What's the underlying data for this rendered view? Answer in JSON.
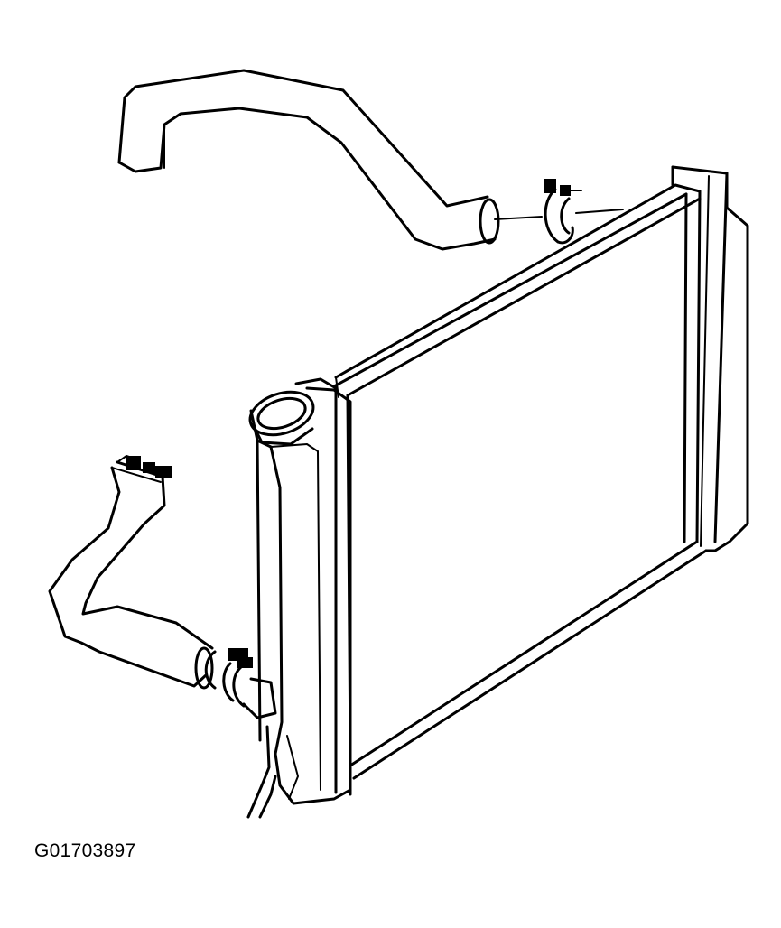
{
  "figure": {
    "id_label": "G01703897"
  },
  "parts": [
    {
      "name": "radiator"
    },
    {
      "name": "upper-radiator-hose"
    },
    {
      "name": "lower-radiator-hose"
    },
    {
      "name": "hose-clamps"
    },
    {
      "name": "filler-neck"
    }
  ]
}
